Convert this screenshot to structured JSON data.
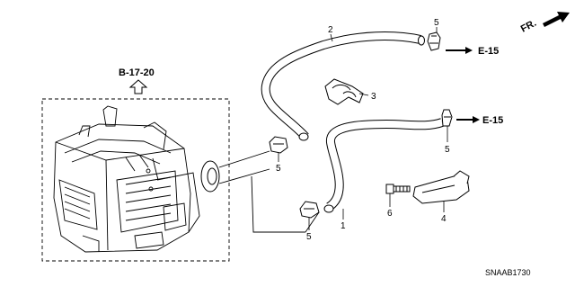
{
  "reference_group": "B-17-20",
  "callouts": {
    "hose_1": "1",
    "hose_2": "2",
    "clamp_3": "3",
    "bracket_4": "4",
    "clip_5": "5",
    "bolt_6": "6"
  },
  "connections": {
    "upper_ref": "E-15",
    "lower_ref": "E-15"
  },
  "direction_marker": "FR.",
  "diagram_code": "SNAAB1730",
  "colors": {
    "line": "#000000",
    "background": "#ffffff"
  }
}
